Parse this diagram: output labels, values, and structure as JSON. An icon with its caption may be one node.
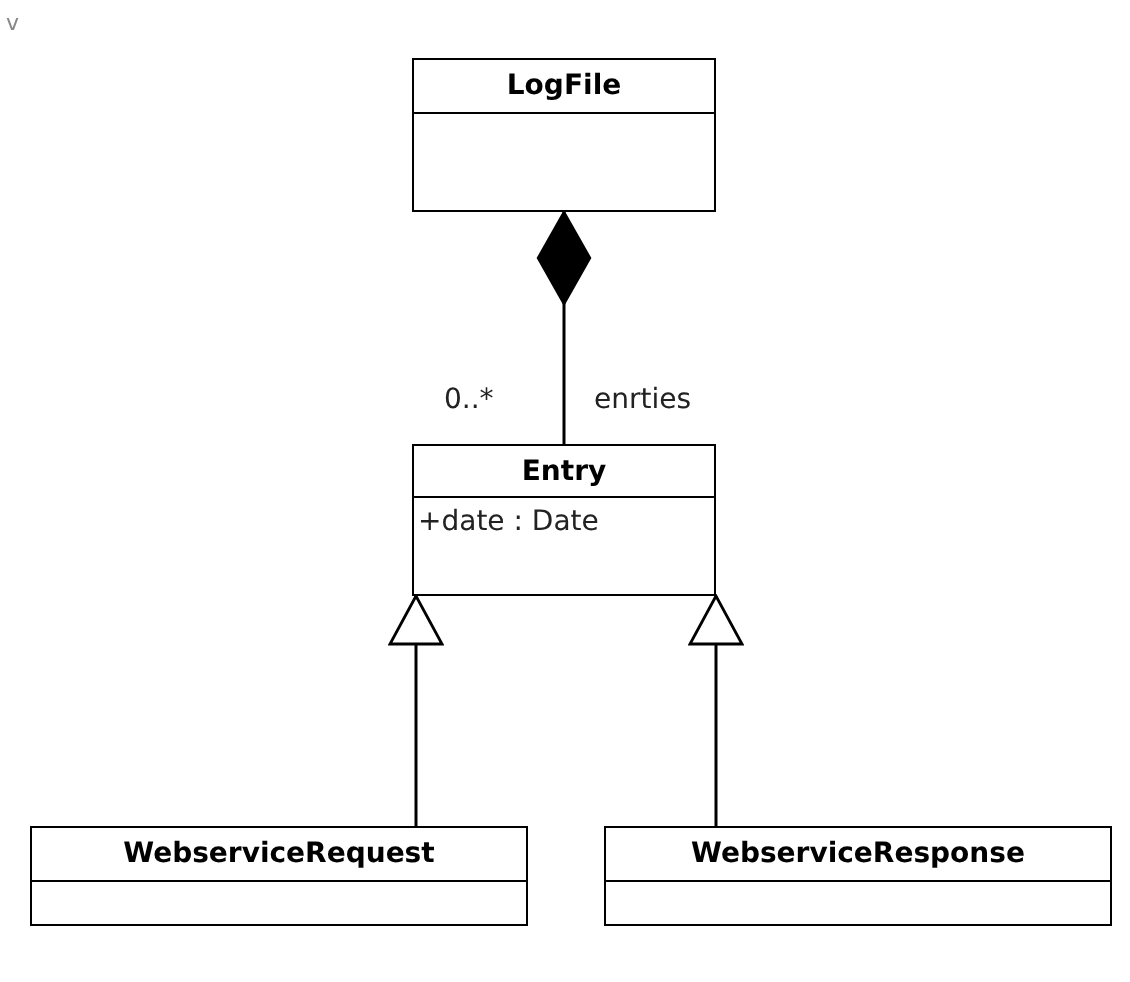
{
  "diagram": {
    "nodes": [
      {
        "text": [
          "LogFile"
        ]
      },
      {
        "text": [
          "Entry",
          "+date : Date"
        ]
      },
      {
        "text": [
          "WebserviceRequest"
        ]
      },
      {
        "text": [
          "WebserviceResponse"
        ]
      }
    ],
    "edges": [
      {
        "from": 0,
        "to": 1,
        "arrow": "other",
        "label": "enrties"
      },
      {
        "from": 2,
        "to": 1,
        "arrow": "to"
      },
      {
        "from": 3,
        "to": 1,
        "arrow": "to"
      }
    ],
    "labels": [
      "v",
      "0..*"
    ]
  }
}
